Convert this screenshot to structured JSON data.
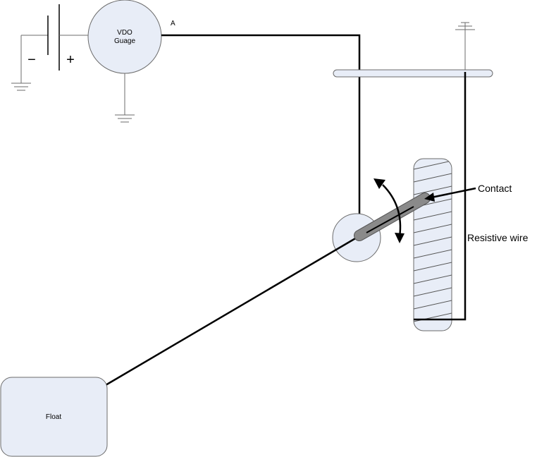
{
  "gauge": {
    "line1": "VDO",
    "line2": "Guage"
  },
  "node_label": "A",
  "battery": {
    "minus": "−",
    "plus": "+"
  },
  "float_label": "Float",
  "contact_label": "Contact",
  "resistive_wire_label": "Resistive wire",
  "colors": {
    "shape_fill": "#e8edf7",
    "shape_stroke": "#6b6b6b",
    "wiper_fill": "#8a8a8a",
    "wire": "#000000"
  }
}
